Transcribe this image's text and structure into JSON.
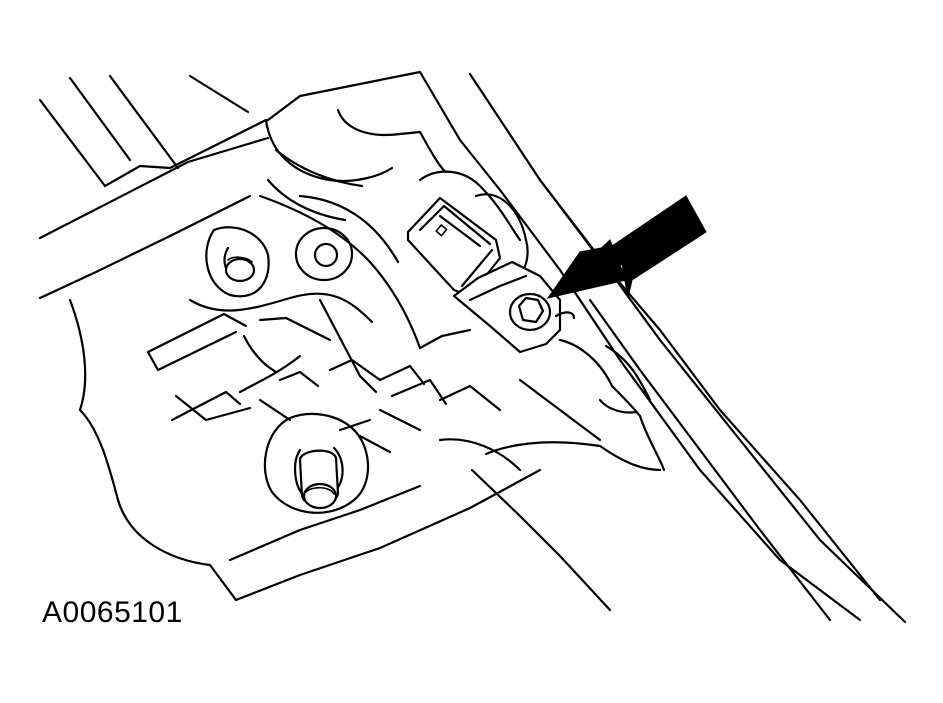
{
  "figure": {
    "id_label": "A0065101",
    "line_color": "#000000",
    "background_color": "#ffffff"
  },
  "callouts": [
    {
      "name": "pointer-arrow",
      "target": "sensor-retaining-bolt"
    }
  ]
}
